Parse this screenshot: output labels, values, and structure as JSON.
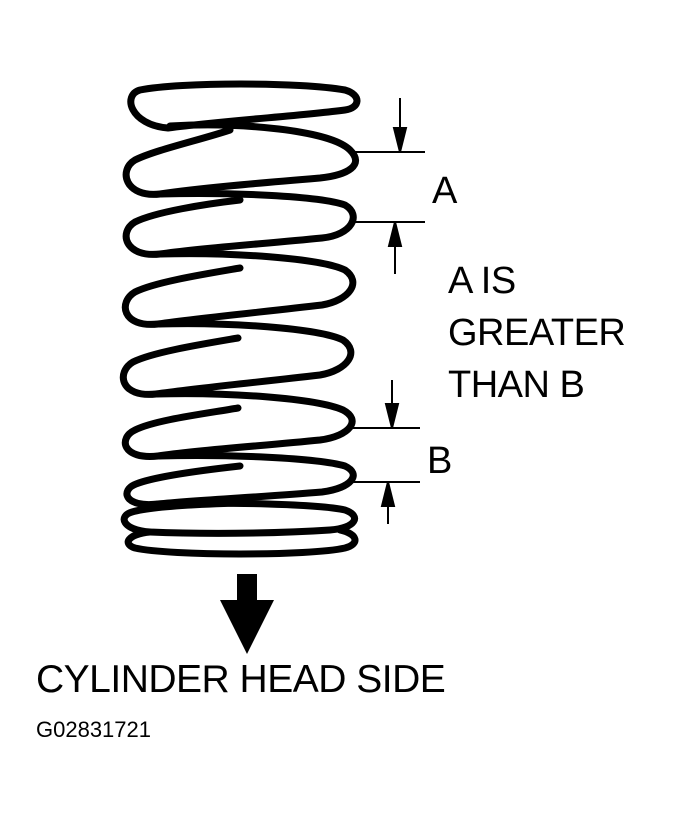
{
  "labels": {
    "a": "A",
    "b": "B",
    "statement_lines": [
      "A IS",
      "GREATER",
      "THAN B"
    ],
    "direction": "CYLINDER HEAD SIDE",
    "figure_id": "G02831721"
  },
  "icons": {
    "spring": "coil-spring-icon",
    "direction_arrow": "arrow-down-icon"
  },
  "colors": {
    "ink": "#000000",
    "background": "#ffffff"
  }
}
